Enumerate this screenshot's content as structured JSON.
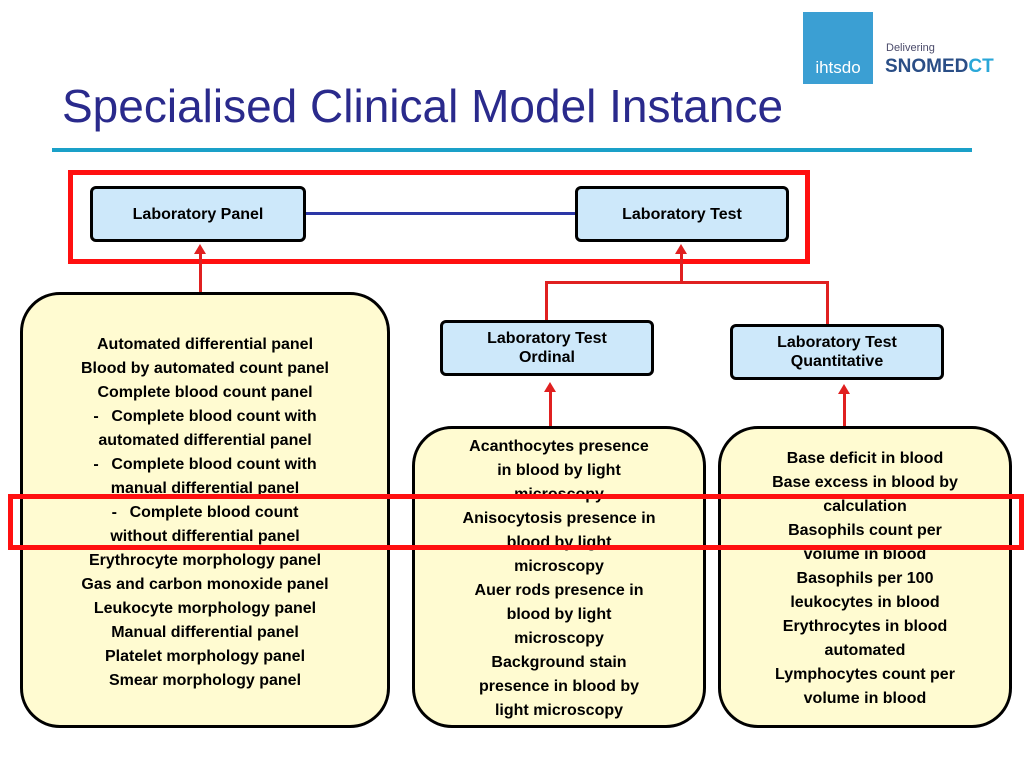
{
  "header": {
    "title": "Specialised Clinical Model Instance",
    "logo": {
      "org": "ihtsdo",
      "delivering": "Delivering",
      "brand_main": "SNOMED",
      "brand_suffix": "CT"
    }
  },
  "nodes": {
    "laboratory_panel": "Laboratory Panel",
    "laboratory_test": "Laboratory Test",
    "laboratory_test_ordinal": "Laboratory Test Ordinal",
    "laboratory_test_quantitative": "Laboratory Test Quantitative"
  },
  "panels_card": {
    "items": [
      {
        "text": "Automated differential panel",
        "bullet": ""
      },
      {
        "text": "Blood by automated count panel",
        "bullet": ""
      },
      {
        "text": "Complete blood count panel",
        "bullet": ""
      },
      {
        "text": "Complete blood count with",
        "bullet": "-"
      },
      {
        "text": "automated differential panel",
        "bullet": ""
      },
      {
        "text": "Complete blood count with",
        "bullet": "-"
      },
      {
        "text": "manual differential panel",
        "bullet": ""
      },
      {
        "text": "Complete blood count",
        "bullet": "-"
      },
      {
        "text": "without differential panel",
        "bullet": ""
      },
      {
        "text": "Erythrocyte morphology panel",
        "bullet": ""
      },
      {
        "text": "Gas and carbon monoxide panel",
        "bullet": ""
      },
      {
        "text": "Leukocyte morphology panel",
        "bullet": ""
      },
      {
        "text": "Manual differential panel",
        "bullet": ""
      },
      {
        "text": "Platelet morphology panel",
        "bullet": ""
      },
      {
        "text": "Smear morphology panel",
        "bullet": ""
      }
    ]
  },
  "ordinal_card": {
    "items": [
      "Acanthocytes presence",
      "in blood by light",
      "microscopy",
      "Anisocytosis presence in",
      "blood by light",
      "microscopy",
      "Auer rods presence in",
      "blood by light",
      "microscopy",
      "Background stain",
      "presence in blood by",
      "light microscopy"
    ]
  },
  "quantitative_card": {
    "items": [
      "Base deficit in blood",
      "Base excess in blood by",
      "calculation",
      "Basophils count per",
      "volume in blood",
      "Basophils per 100",
      "leukocytes in blood",
      "Erythrocytes in blood",
      "automated",
      "Lymphocytes count per",
      "volume in blood"
    ]
  },
  "colors": {
    "title": "#2a2a8c",
    "rule": "#1aa0c8",
    "node_fill": "#cde8fa",
    "card_fill": "#fffbd1",
    "highlight": "#ff1010",
    "connector": "#e02020",
    "link": "#2c37a6"
  }
}
